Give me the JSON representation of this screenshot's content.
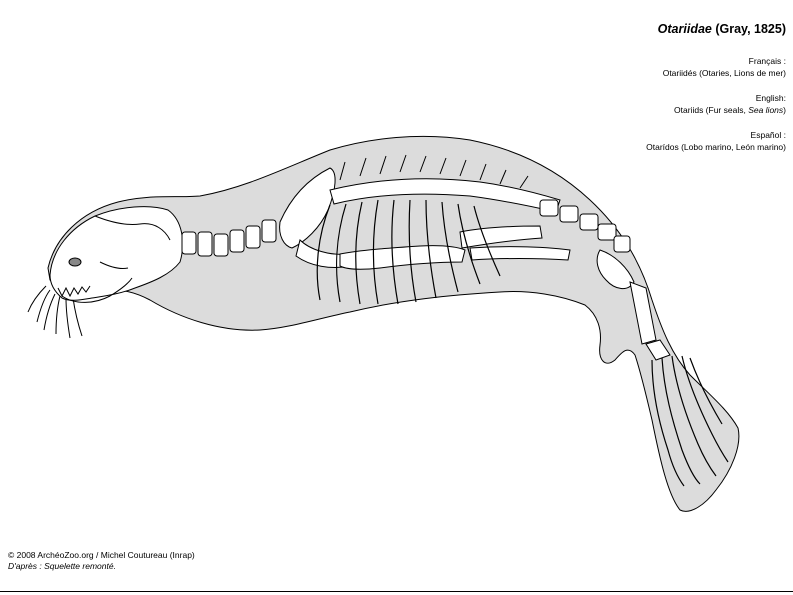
{
  "title": {
    "genus": "Otariidae",
    "authority": "(Gray, 1825)"
  },
  "languages": [
    {
      "label": "Français :",
      "name_pre": "Otariidés (Otaries, Lions de mer)",
      "name_em": "",
      "name_post": ""
    },
    {
      "label": "English:",
      "name_pre": "Otariids (Fur seals, ",
      "name_em": "Sea lions",
      "name_post": ")"
    },
    {
      "label": "Español :",
      "name_pre": "Otarídos (Lobo marino, León marino)",
      "name_em": "",
      "name_post": ""
    }
  ],
  "credits": {
    "line1": "© 2008 ArchéoZoo.org / Michel Coutureau (Inrap)",
    "line2": "D'après : Squelette remonté."
  },
  "colors": {
    "body_fill": "#dcdcdc",
    "bone_fill": "#ffffff",
    "outline": "#000000"
  }
}
